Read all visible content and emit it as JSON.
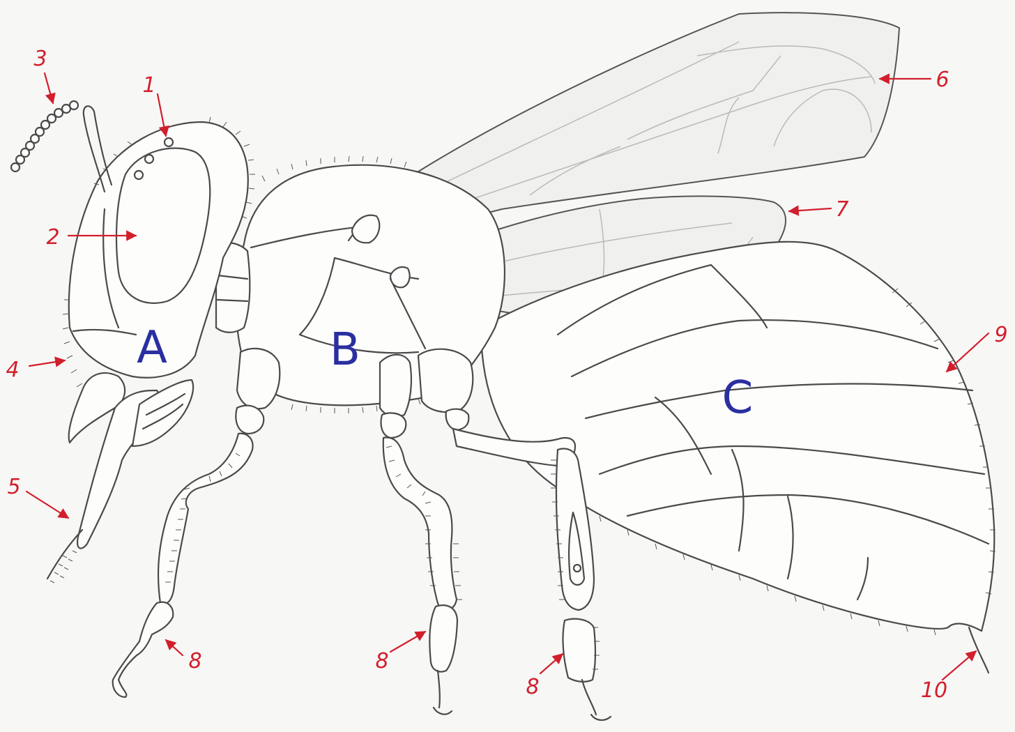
{
  "regions": [
    {
      "id": "A",
      "label": "A"
    },
    {
      "id": "B",
      "label": "B"
    },
    {
      "id": "C",
      "label": "C"
    }
  ],
  "callouts": [
    {
      "id": "1",
      "label": "1"
    },
    {
      "id": "2",
      "label": "2"
    },
    {
      "id": "3",
      "label": "3"
    },
    {
      "id": "4",
      "label": "4"
    },
    {
      "id": "5",
      "label": "5"
    },
    {
      "id": "6",
      "label": "6"
    },
    {
      "id": "7",
      "label": "7"
    },
    {
      "id": "8a",
      "label": "8"
    },
    {
      "id": "8b",
      "label": "8"
    },
    {
      "id": "8c",
      "label": "8"
    },
    {
      "id": "9",
      "label": "9"
    },
    {
      "id": "10",
      "label": "10"
    }
  ],
  "colors": {
    "callout": "#d21f2b",
    "region": "#2a2fa0",
    "ink": "#4a4a4a",
    "paper": "#f7f7f6"
  }
}
